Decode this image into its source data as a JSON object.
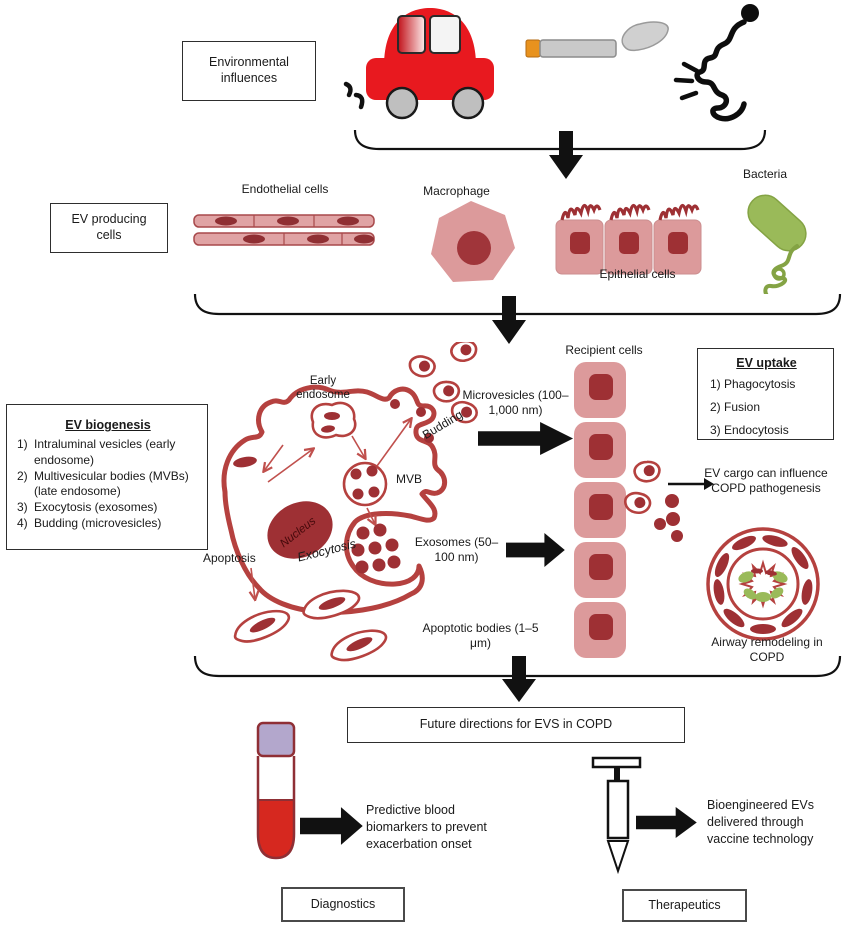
{
  "colors": {
    "accent_red": "#e8191f",
    "cell_pink": "#dc9a9b",
    "nucleus_dark_red": "#9e3034",
    "membrane_red": "#b5413f",
    "bacteria_green": "#9aba59",
    "tube_cap_purple": "#b3a7cc",
    "cigarette_orange": "#e8921e",
    "arrow_black": "#111111"
  },
  "environmental": {
    "box_label": "Environmental influences"
  },
  "producers": {
    "box_label": "EV producing cells",
    "endothelial_label": "Endothelial cells",
    "macrophage_label": "Macrophage",
    "epithelial_label": "Epithelial cells",
    "bacteria_label": "Bacteria"
  },
  "biogenesis": {
    "box_title": "EV biogenesis",
    "items": [
      {
        "n": "1)",
        "t": "Intraluminal vesicles (early endosome)"
      },
      {
        "n": "2)",
        "t": "Multivesicular bodies (MVBs) (late endosome)"
      },
      {
        "n": "3)",
        "t": "Exocytosis (exosomes)"
      },
      {
        "n": "4)",
        "t": "Budding (microvesicles)"
      }
    ],
    "early_endosome_label": "Early endosome",
    "budding_label": "Budding",
    "mvb_label": "MVB",
    "nucleus_label": "Nucleus",
    "exocytosis_label": "Exocytosis",
    "apoptosis_label": "Apoptosis",
    "microvesicles_label": "Microvesicles (100–1,000 nm)",
    "exosomes_label": "Exosomes (50–100 nm)",
    "apoptotic_bodies_label": "Apoptotic bodies (1–5 μm)"
  },
  "uptake": {
    "recipient_label": "Recipient cells",
    "box_title": "EV uptake",
    "items": [
      "1) Phagocytosis",
      "2) Fusion",
      "3) Endocytosis"
    ],
    "ev_cargo_text": "EV cargo can influence COPD pathogenesis",
    "airway_label": "Airway remodeling in COPD"
  },
  "future": {
    "box_label": "Future directions for EVS in COPD",
    "diagnostics_text": "Predictive blood biomarkers to prevent exacerbation onset",
    "diagnostics_box": "Diagnostics",
    "therapeutics_text": "Bioengineered EVs delivered through vaccine technology",
    "therapeutics_box": "Therapeutics"
  }
}
